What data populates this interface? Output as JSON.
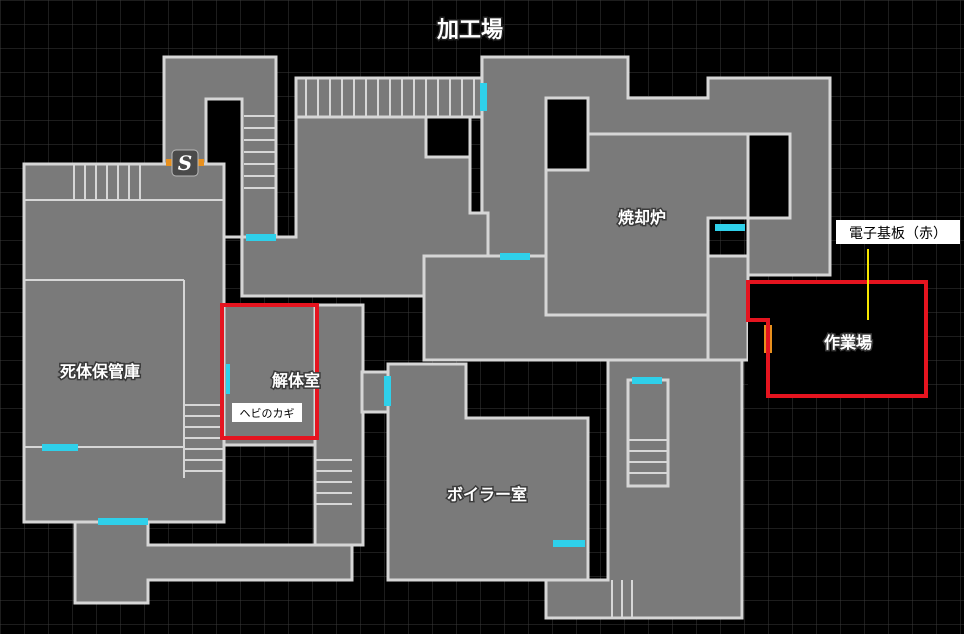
{
  "map": {
    "title": "加工場",
    "rooms": {
      "morgue": "死体保管庫",
      "dissection": "解体室",
      "incinerator": "焼却炉",
      "workshop": "作業場",
      "boiler": "ボイラー室"
    },
    "items": {
      "snake_key": "ヘビのカギ",
      "circuit_board": "電子基板（赤）"
    },
    "save_marker": "S",
    "colors": {
      "floor": "#7a7a7a",
      "wall": "#d6d6d6",
      "door": "#2fd0ea",
      "locked_door": "#e8901e",
      "highlight": "#e5141f",
      "pointer": "#f5e600",
      "grid": "#3a3a3a"
    }
  }
}
